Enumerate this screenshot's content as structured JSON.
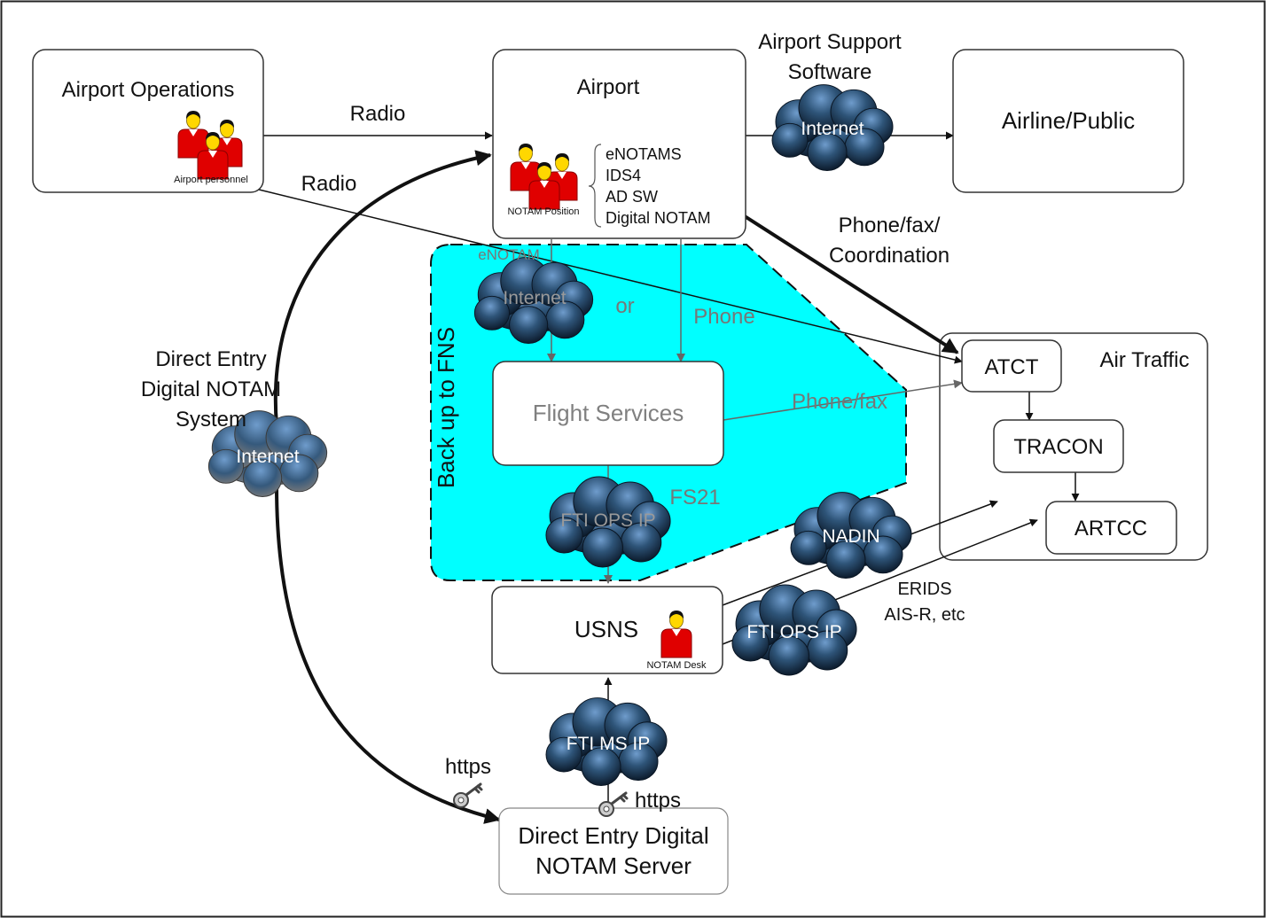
{
  "nodes": {
    "airport_operations": {
      "title": "Airport Operations",
      "caption": "Airport personnel"
    },
    "airport": {
      "title": "Airport",
      "caption": "NOTAM Position",
      "systems": [
        "eNOTAMS",
        "IDS4",
        "AD SW",
        "Digital NOTAM"
      ]
    },
    "airline_public": {
      "title": "Airline/Public"
    },
    "flight_services": {
      "title": "Flight Services"
    },
    "usns": {
      "title": "USNS",
      "caption": "NOTAM Desk"
    },
    "server": {
      "title_line1": "Direct Entry Digital",
      "title_line2": "NOTAM Server"
    },
    "air_traffic": {
      "title": "Air Traffic"
    },
    "atct": {
      "title": "ATCT"
    },
    "tracon": {
      "title": "TRACON"
    },
    "artcc": {
      "title": "ARTCC"
    },
    "direct_entry_system": {
      "line1": "Direct Entry",
      "line2": "Digital NOTAM",
      "line3": "System"
    },
    "backup_region": {
      "label": "Back up to FNS"
    }
  },
  "clouds": {
    "support_internet": "Internet",
    "enotam_internet": "Internet",
    "direct_internet": "Internet",
    "fti_ops_1": "FTI OPS IP",
    "nadin": "NADIN",
    "fti_ops_2": "FTI OPS IP",
    "fti_ms": "FTI MS IP"
  },
  "links": {
    "radio_1": "Radio",
    "radio_2": "Radio",
    "support_line1": "Airport Support",
    "support_line2": "Software",
    "phone_fax_line1": "Phone/fax/",
    "phone_fax_line2": "Coordination",
    "enotam": "eNOTAM",
    "or": "or",
    "phone": "Phone",
    "phone_fax": "Phone/fax",
    "fs21": "FS21",
    "erids_line1": "ERIDS",
    "erids_line2": "AIS-R, etc",
    "https_1": "https",
    "https_2": "https"
  },
  "icons": [
    "people-group-icon",
    "person-icon",
    "key-icon",
    "cloud-icon"
  ],
  "colors": {
    "backup_fill": "#00ffff",
    "person_shirt": "#e00000",
    "person_face": "#ffd700",
    "cloud_dark": "#0f2236",
    "cloud_light": "#5a88b8"
  }
}
